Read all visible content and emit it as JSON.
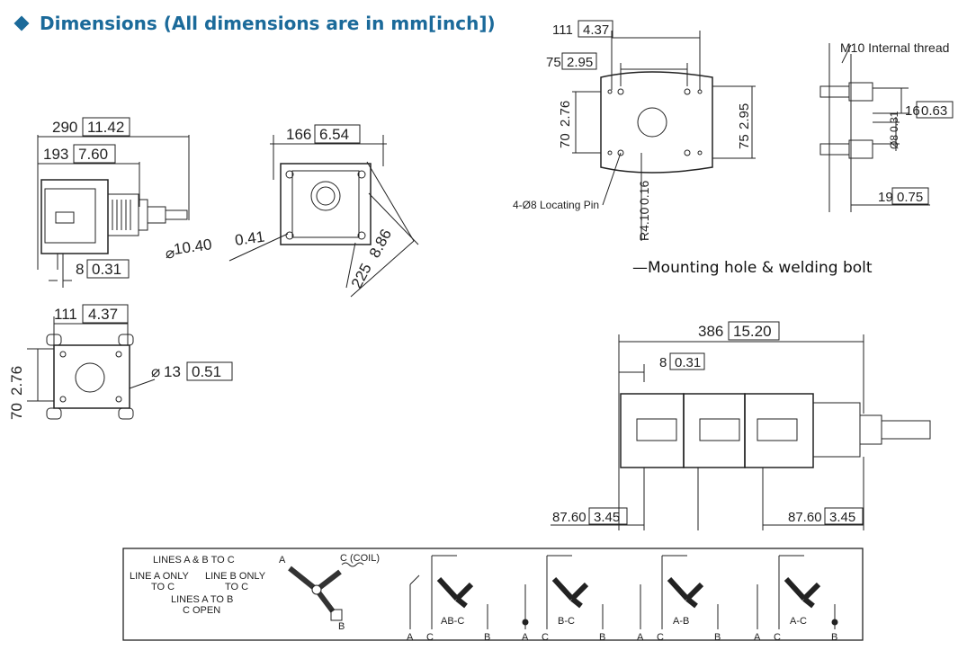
{
  "header": {
    "title": "Dimensions (All dimensions are in mm[inch])"
  },
  "dims": {
    "d290": "290",
    "d290i": "11.42",
    "d193": "193",
    "d193i": "7.60",
    "d8": "8",
    "d8i": "0.31",
    "d166": "166",
    "d166i": "6.54",
    "d1040": "10.40",
    "d1040i": "0.41",
    "d225": "225",
    "d225i": "8.86",
    "d111b": "111",
    "d111bi": "4.37",
    "d70b": "70",
    "d70bi": "2.76",
    "d13": "13",
    "d13i": "0.51",
    "d111": "111",
    "d111i": "4.37",
    "d75": "75",
    "d75i": "2.95",
    "d70": "70",
    "d70i": "2.76",
    "d75r": "75",
    "d75ri": "2.95",
    "locating": "4-Ø8 Locating Pin",
    "r410": "R4.10",
    "r410i": "0.16",
    "m10": "M10 Internal thread",
    "d16": "16",
    "d16i": "0.63",
    "d8s": "Ø8",
    "d8si": "0.31",
    "d19": "19",
    "d19i": "0.75",
    "d386": "386",
    "d386i": "15.20",
    "d8c": "8",
    "d8ci": "0.31",
    "d8760l": "87.60",
    "d8760li": "3.45",
    "d8760r": "87.60",
    "d8760ri": "3.45"
  },
  "mounting_label": "—Mounting hole & welding bolt",
  "legend": {
    "lines_ab_to_c": "LINES A & B TO C",
    "line_a_only": "LINE A ONLY",
    "to_c_1": "TO C",
    "line_b_only": "LINE B ONLY",
    "to_c_2": "TO C",
    "lines_a_to_b": "LINES A TO B",
    "c_open": "C OPEN",
    "coil": "C (COIL)",
    "term_a": "A",
    "term_b": "B",
    "positions": [
      {
        "label": "AB-C",
        "a": "A",
        "c": "C",
        "b": "B"
      },
      {
        "label": "B-C",
        "a": "A",
        "c": "C",
        "b": "B"
      },
      {
        "label": "A-B",
        "a": "A",
        "c": "C",
        "b": "B"
      },
      {
        "label": "A-C",
        "a": "A",
        "c": "C",
        "b": "B"
      }
    ]
  }
}
